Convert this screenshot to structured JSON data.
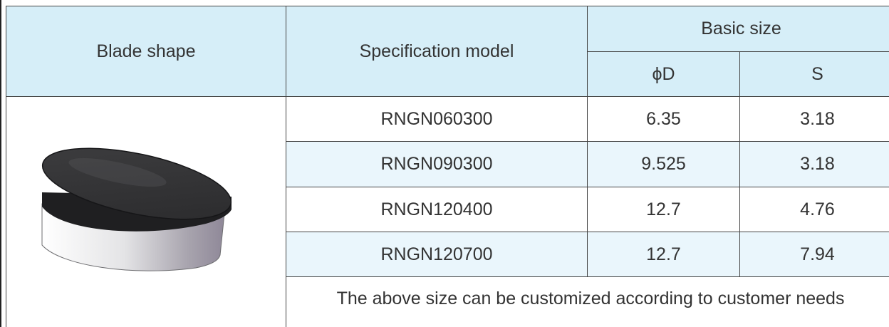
{
  "table": {
    "headers": {
      "blade_shape": "Blade shape",
      "specification_model": "Specification model",
      "basic_size": "Basic size",
      "diameter": "ϕD",
      "thickness": "S"
    },
    "rows": [
      {
        "model": "RNGN060300",
        "d": "6.35",
        "s": "3.18"
      },
      {
        "model": "RNGN090300",
        "d": "9.525",
        "s": "3.18"
      },
      {
        "model": "RNGN120400",
        "d": "12.7",
        "s": "4.76"
      },
      {
        "model": "RNGN120700",
        "d": "12.7",
        "s": "7.94"
      }
    ],
    "note": "The above size can be customized according to customer needs"
  },
  "colors": {
    "header_bg": "#d6eef8",
    "alt_row_bg": "#eaf6fc",
    "border": "#444444",
    "text": "#333333"
  },
  "image": {
    "blade_icon": "round-pcd-insert-icon"
  }
}
